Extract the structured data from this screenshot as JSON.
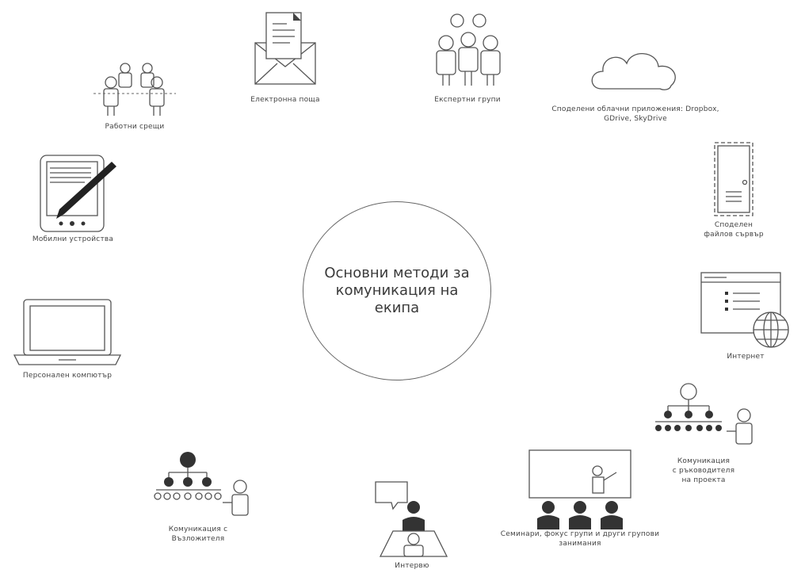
{
  "center": {
    "title": "Основни методи за\nкомуникация на\nекипа"
  },
  "nodes": {
    "email": {
      "label": "Електронна поща",
      "icon": "envelope-icon"
    },
    "experts": {
      "label": "Експертни групи",
      "icon": "group-icon"
    },
    "cloud": {
      "label": "Споделени облачни приложения: Dropbox,\nGDrive, SkyDrive",
      "icon": "cloud-icon"
    },
    "workmeet": {
      "label": "Работни срещи",
      "icon": "meeting-icon"
    },
    "fileserver": {
      "label": "Споделен\nфайлов сървър",
      "icon": "server-icon"
    },
    "mobile": {
      "label": "Мобилни устройства",
      "icon": "tablet-icon"
    },
    "internet": {
      "label": "Интернет",
      "icon": "globe-icon"
    },
    "pc": {
      "label": "Персонален компютър",
      "icon": "laptop-icon"
    },
    "pm": {
      "label": "Комуникация\nс ръководителя\nна проекта",
      "icon": "hierarchy-icon"
    },
    "seminars": {
      "label": "Семинари, фокус групи и други групови\nзанимания",
      "icon": "presentation-icon"
    },
    "interview": {
      "label": "Интервю",
      "icon": "interview-icon"
    },
    "client": {
      "label": "Комуникация с\nВъзложителя",
      "icon": "hierarchy-icon"
    }
  }
}
